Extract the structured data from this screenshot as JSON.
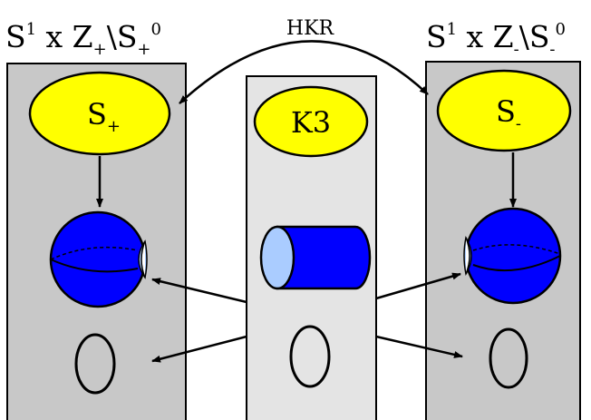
{
  "labels": {
    "left_title": {
      "s": "S",
      "s_sup": "1",
      "x": " x ",
      "z": "Z",
      "z_sub": "+",
      "bs": "\\",
      "s2": "S",
      "s2_sub": "+",
      "s2_sup": "0"
    },
    "right_title": {
      "s": "S",
      "s_sup": "1",
      "x": " x ",
      "z": "Z",
      "z_sub": "-",
      "bs": "\\",
      "s2": "S",
      "s2_sub": "-",
      "s2_sup": "0"
    },
    "hkr": "HKR",
    "left_ellipse": {
      "main": "S",
      "sub": "+"
    },
    "center_ellipse": "K3",
    "right_ellipse": {
      "main": "S",
      "sub": "-"
    }
  },
  "colors": {
    "panel_side": "#c8c8c8",
    "panel_center": "#e4e4e4",
    "yellow": "#ffff00",
    "blue": "#0000ff",
    "light_blue": "#aaccff",
    "stroke": "#000000"
  },
  "icons": [
    "arrow",
    "sphere-with-puncture-icon",
    "cylinder-icon",
    "ring-icon"
  ]
}
